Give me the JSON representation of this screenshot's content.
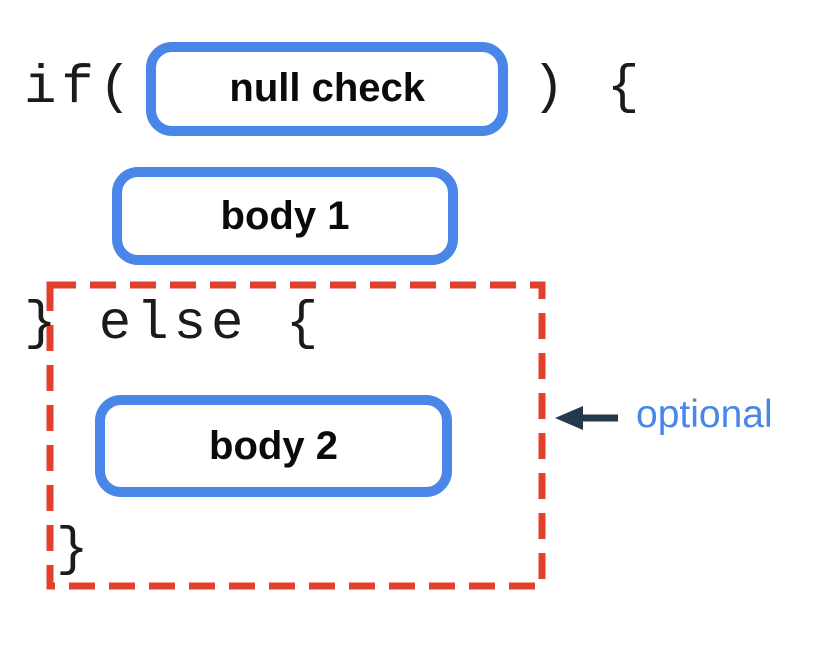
{
  "diagram": {
    "code_lines": {
      "if_open": "if(",
      "after_condition": ") {",
      "else_line": "} else {",
      "closing_brace": "}"
    },
    "nodes": {
      "condition": "null check",
      "body1": "body 1",
      "body2": "body 2"
    },
    "annotation": {
      "label": "optional"
    },
    "colors": {
      "node_border_blue": "#4a86e8",
      "optional_region_red": "#e2402c",
      "arrow_dark": "#24394b",
      "annotation_text_blue": "#4a86e8",
      "code_text": "#1b1b1b"
    }
  }
}
